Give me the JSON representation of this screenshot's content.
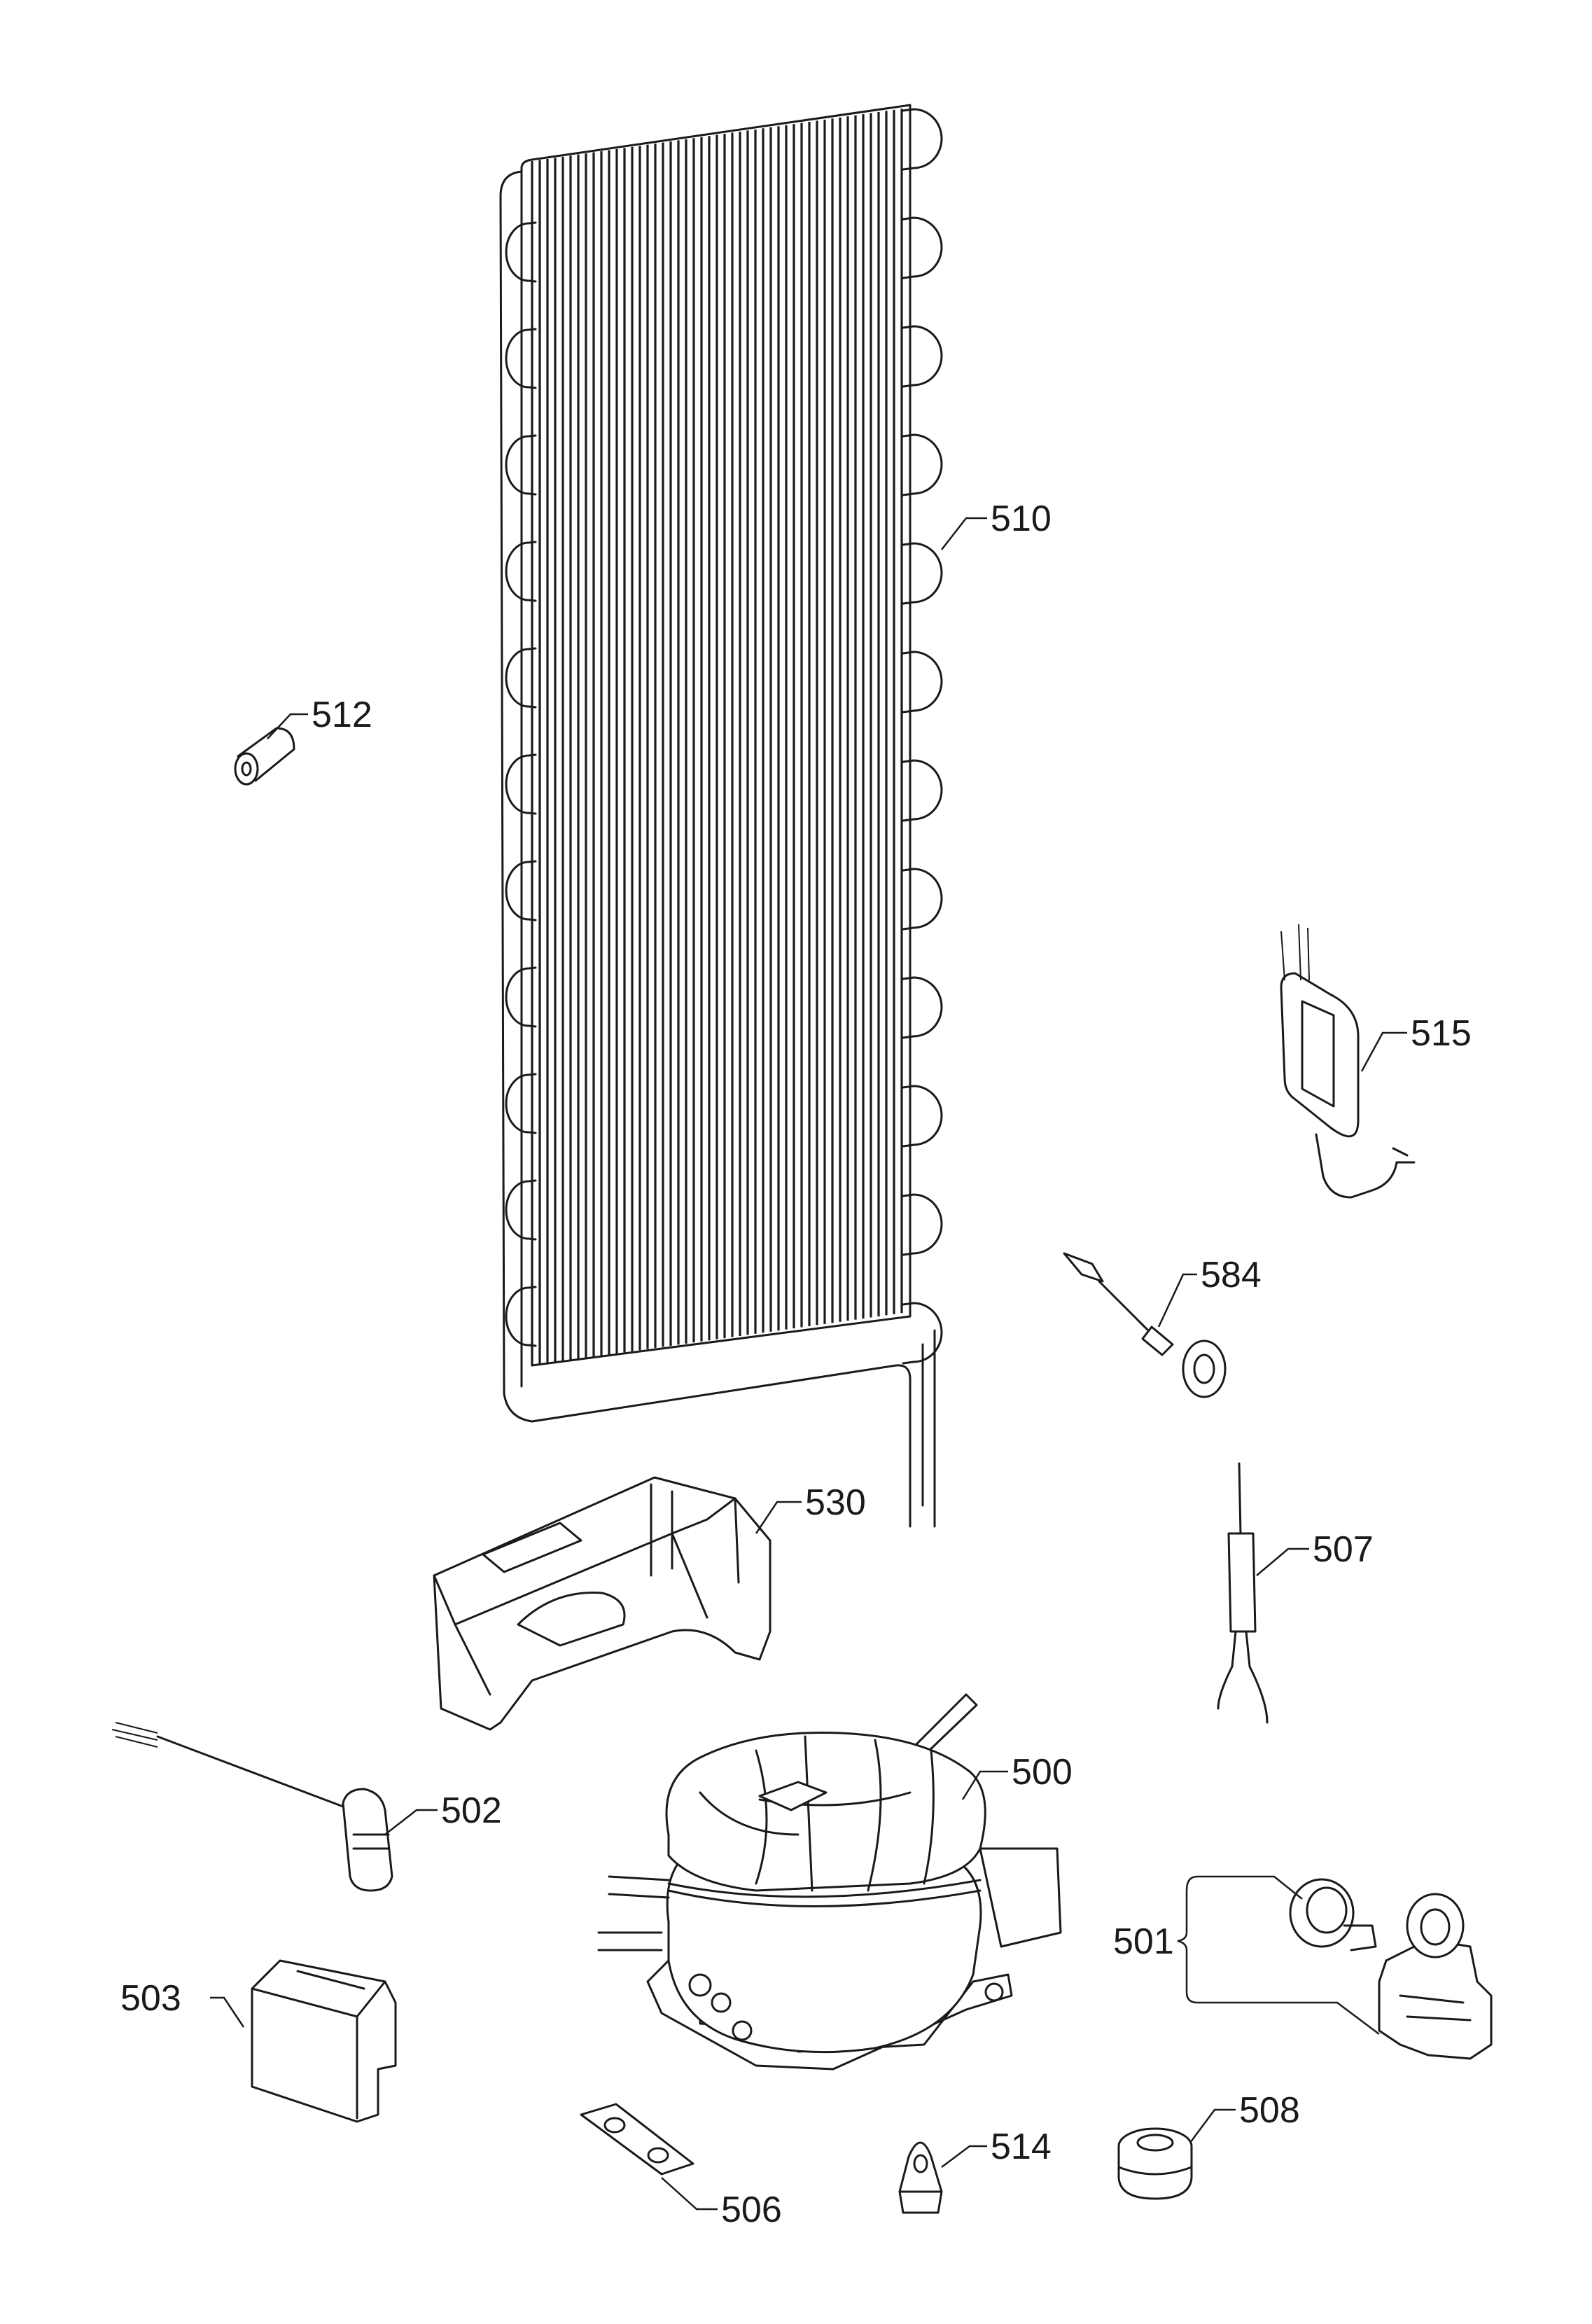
{
  "callouts": [
    {
      "id": "510",
      "label": "510"
    },
    {
      "id": "512",
      "label": "512"
    },
    {
      "id": "515",
      "label": "515"
    },
    {
      "id": "584",
      "label": "584"
    },
    {
      "id": "530",
      "label": "530"
    },
    {
      "id": "507",
      "label": "507"
    },
    {
      "id": "500",
      "label": "500"
    },
    {
      "id": "502",
      "label": "502"
    },
    {
      "id": "501",
      "label": "501"
    },
    {
      "id": "503",
      "label": "503"
    },
    {
      "id": "508",
      "label": "508"
    },
    {
      "id": "514",
      "label": "514"
    },
    {
      "id": "506",
      "label": "506"
    }
  ],
  "condenser_loops": 12
}
